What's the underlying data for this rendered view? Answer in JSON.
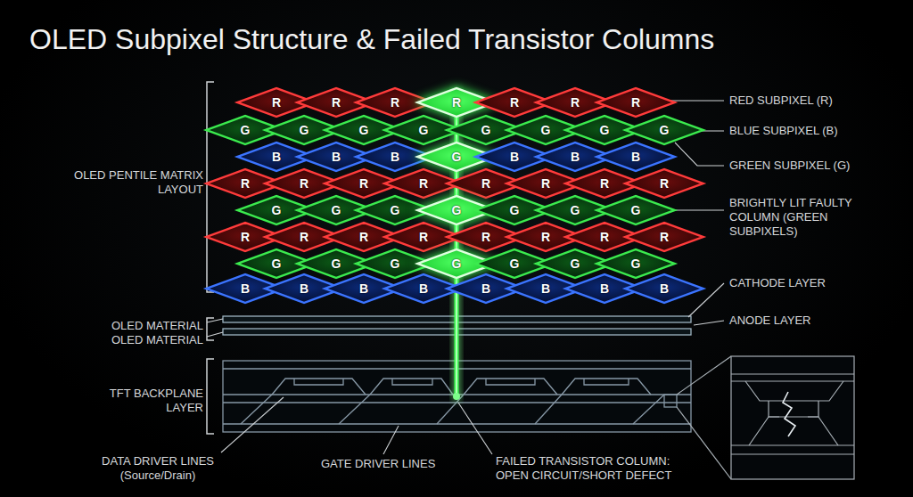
{
  "diagram": {
    "title": "OLED Subpixel Structure & Failed Transistor Columns",
    "nodes": [
      {
        "text": [
          "R"
        ]
      },
      {
        "text": [
          "R"
        ]
      },
      {
        "text": [
          "R"
        ]
      },
      {
        "text": [
          "R"
        ]
      },
      {
        "text": [
          "R"
        ]
      },
      {
        "text": [
          "R"
        ]
      },
      {
        "text": [
          "R"
        ]
      },
      {
        "text": [
          "G"
        ]
      },
      {
        "text": [
          "G"
        ]
      },
      {
        "text": [
          "G"
        ]
      },
      {
        "text": [
          "G"
        ]
      },
      {
        "text": [
          "G"
        ]
      },
      {
        "text": [
          "G"
        ]
      },
      {
        "text": [
          "G"
        ]
      },
      {
        "text": [
          "G"
        ]
      },
      {
        "text": [
          "B"
        ]
      },
      {
        "text": [
          "B"
        ]
      },
      {
        "text": [
          "B"
        ]
      },
      {
        "text": [
          "G"
        ]
      },
      {
        "text": [
          "B"
        ]
      },
      {
        "text": [
          "B"
        ]
      },
      {
        "text": [
          "B"
        ]
      },
      {
        "text": [
          "R"
        ]
      },
      {
        "text": [
          "R"
        ]
      },
      {
        "text": [
          "R"
        ]
      },
      {
        "text": [
          "R"
        ]
      },
      {
        "text": [
          "R"
        ]
      },
      {
        "text": [
          "R"
        ]
      },
      {
        "text": [
          "R"
        ]
      },
      {
        "text": [
          "R"
        ]
      },
      {
        "text": [
          "G"
        ]
      },
      {
        "text": [
          "G"
        ]
      },
      {
        "text": [
          "G"
        ]
      },
      {
        "text": [
          "G"
        ]
      },
      {
        "text": [
          "G"
        ]
      },
      {
        "text": [
          "G"
        ]
      },
      {
        "text": [
          "G"
        ]
      },
      {
        "text": [
          "R"
        ]
      },
      {
        "text": [
          "R"
        ]
      },
      {
        "text": [
          "R"
        ]
      },
      {
        "text": [
          "R"
        ]
      },
      {
        "text": [
          "R"
        ]
      },
      {
        "text": [
          "R"
        ]
      },
      {
        "text": [
          "R"
        ]
      },
      {
        "text": [
          "R"
        ]
      },
      {
        "text": [
          "G"
        ]
      },
      {
        "text": [
          "G"
        ]
      },
      {
        "text": [
          "G"
        ]
      },
      {
        "text": [
          "G"
        ]
      },
      {
        "text": [
          "G"
        ]
      },
      {
        "text": [
          "G"
        ]
      },
      {
        "text": [
          "G"
        ]
      },
      {
        "text": [
          "B"
        ]
      },
      {
        "text": [
          "B"
        ]
      },
      {
        "text": [
          "B"
        ]
      },
      {
        "text": [
          "B"
        ]
      },
      {
        "text": [
          "B"
        ]
      },
      {
        "text": [
          "B"
        ]
      },
      {
        "text": [
          "B"
        ]
      },
      {
        "text": [
          "B"
        ]
      }
    ],
    "labels": [
      "RED SUBPIXEL (R)",
      "BLUE SUBPIXEL (B)",
      "GREEN SUBPIXEL (G)",
      "BRIGHTLY LIT FAULTY COLUMN (GREEN SUBPIXELS)",
      "CATHODE LAYER",
      "ANODE LAYER",
      "OLED PENTILE MATRIX LAYOUT",
      "OLED MATERIAL",
      "OLED MATERIAL",
      "TFT BACKPLANE LAYER",
      "DATA DRIVER LINES (Source/Drain)",
      "GATE DRIVER LINES",
      "FAILED TRANSISTOR COLUMN: OPEN CIRCUIT/SHORT DEFECT"
    ]
  }
}
